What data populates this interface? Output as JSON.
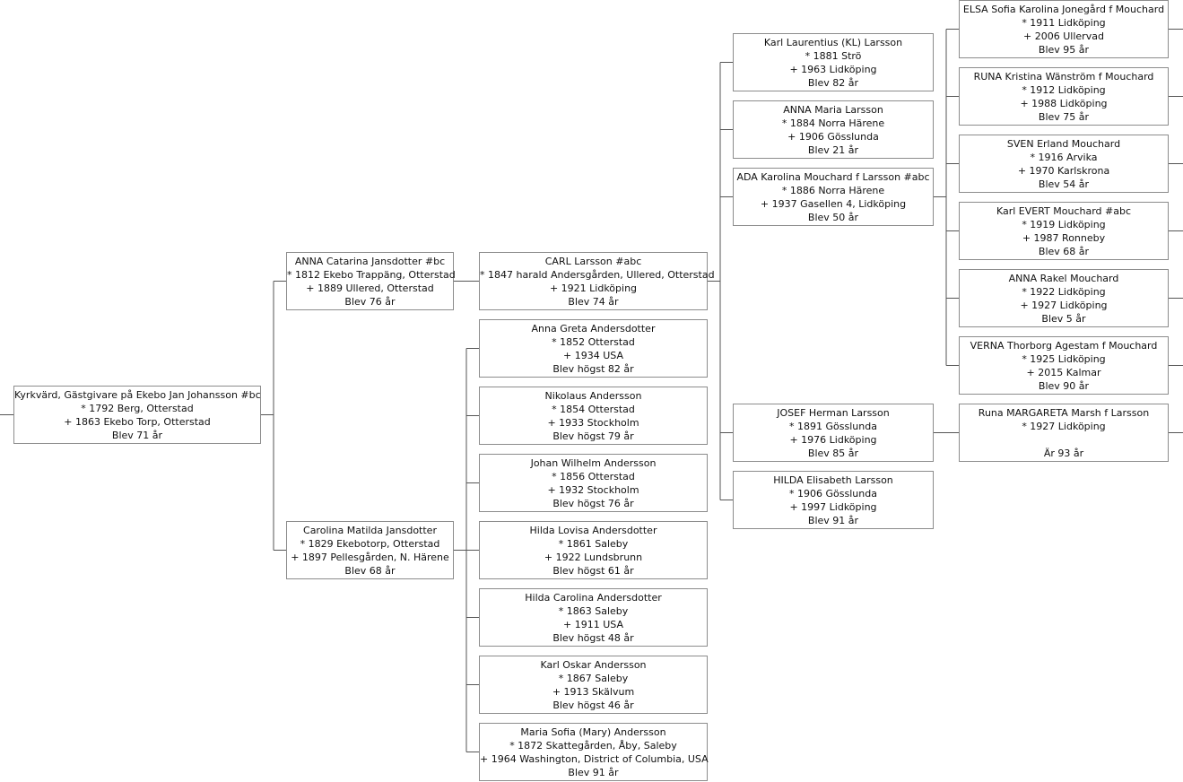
{
  "people": [
    {
      "id": "johan",
      "lines": [
        "Kyrkvärd, Gästgivare på Ekebo Jan Johansson #bc",
        "* 1792 Berg, Otterstad",
        "+ 1863 Ekebo Torp, Otterstad",
        "Blev 71 år"
      ]
    },
    {
      "id": "anna-catarina",
      "lines": [
        "ANNA Catarina Jansdotter #bc",
        "* 1812 Ekebo Trappäng, Otterstad",
        "+ 1889 Ullered, Otterstad",
        "Blev 76 år"
      ]
    },
    {
      "id": "carolina-matilda",
      "lines": [
        "Carolina Matilda Jansdotter",
        "* 1829 Ekebotorp, Otterstad",
        "+ 1897 Pellesgården, N. Härene",
        "Blev 68 år"
      ]
    },
    {
      "id": "carl",
      "lines": [
        "CARL Larsson #abc",
        "* 1847 harald Andersgården, Ullered, Otterstad",
        "+ 1921 Lidköping",
        "Blev 74 år"
      ]
    },
    {
      "id": "anna-greta",
      "lines": [
        "Anna Greta Andersdotter",
        "* 1852 Otterstad",
        "+ 1934 USA",
        "Blev högst 82 år"
      ]
    },
    {
      "id": "nikolaus",
      "lines": [
        "Nikolaus Andersson",
        "* 1854 Otterstad",
        "+ 1933 Stockholm",
        "Blev högst 79 år"
      ]
    },
    {
      "id": "johan-wilhelm",
      "lines": [
        "Johan Wilhelm Andersson",
        "* 1856 Otterstad",
        "+ 1932 Stockholm",
        "Blev högst 76 år"
      ]
    },
    {
      "id": "hilda-lovisa",
      "lines": [
        "Hilda Lovisa Andersdotter",
        "* 1861 Saleby",
        "+ 1922 Lundsbrunn",
        "Blev högst 61 år"
      ]
    },
    {
      "id": "hilda-carolina",
      "lines": [
        "Hilda Carolina Andersdotter",
        "* 1863 Saleby",
        "+ 1911 USA",
        "Blev högst 48 år"
      ]
    },
    {
      "id": "karl-oskar",
      "lines": [
        "Karl Oskar Andersson",
        "* 1867 Saleby",
        "+ 1913 Skälvum",
        "Blev högst 46 år"
      ]
    },
    {
      "id": "maria-sofia",
      "lines": [
        "Maria Sofia (Mary) Andersson",
        "* 1872 Skattegården, Åby, Saleby",
        "+ 1964 Washington, District of Columbia, USA",
        "Blev 91 år"
      ]
    },
    {
      "id": "karl-laurentius",
      "lines": [
        "Karl Laurentius (KL) Larsson",
        "* 1881 Strö",
        "+ 1963 Lidköping",
        "Blev 82 år"
      ]
    },
    {
      "id": "anna-maria",
      "lines": [
        "ANNA Maria Larsson",
        "* 1884 Norra Härene",
        "+ 1906 Gösslunda",
        "Blev 21 år"
      ]
    },
    {
      "id": "ada",
      "lines": [
        "ADA Karolina Mouchard f Larsson #abc",
        "* 1886 Norra Härene",
        "+ 1937 Gasellen 4, Lidköping",
        "Blev 50 år"
      ]
    },
    {
      "id": "josef",
      "lines": [
        "JOSEF Herman Larsson",
        "* 1891 Gösslunda",
        "+ 1976 Lidköping",
        "Blev 85 år"
      ]
    },
    {
      "id": "hilda-elisabeth",
      "lines": [
        "HILDA Elisabeth Larsson",
        "* 1906 Gösslunda",
        "+ 1997 Lidköping",
        "Blev 91 år"
      ]
    },
    {
      "id": "elsa",
      "lines": [
        "ELSA Sofia Karolina Jonegård f Mouchard",
        "* 1911 Lidköping",
        "+ 2006 Ullervad",
        "Blev 95 år"
      ]
    },
    {
      "id": "runa-kristina",
      "lines": [
        "RUNA Kristina Wänström f Mouchard",
        "* 1912 Lidköping",
        "+ 1988 Lidköping",
        "Blev 75 år"
      ]
    },
    {
      "id": "sven",
      "lines": [
        "SVEN Erland Mouchard",
        "* 1916 Arvika",
        "+ 1970 Karlskrona",
        "Blev 54 år"
      ]
    },
    {
      "id": "karl-evert",
      "lines": [
        "Karl EVERT Mouchard #abc",
        "* 1919 Lidköping",
        "+ 1987 Ronneby",
        "Blev 68 år"
      ]
    },
    {
      "id": "anna-rakel",
      "lines": [
        "ANNA Rakel Mouchard",
        "* 1922 Lidköping",
        "+ 1927 Lidköping",
        "Blev 5 år"
      ]
    },
    {
      "id": "verna",
      "lines": [
        "VERNA Thorborg Agestam f Mouchard",
        "* 1925 Lidköping",
        "+ 2015 Kalmar",
        "Blev 90 år"
      ]
    },
    {
      "id": "runa-margareta",
      "lines": [
        "Runa MARGARETA Marsh f Larsson",
        "* 1927 Lidköping",
        "",
        "Är 93 år"
      ]
    }
  ],
  "colors": {
    "line": "#555555",
    "border": "#8c8c8c"
  }
}
